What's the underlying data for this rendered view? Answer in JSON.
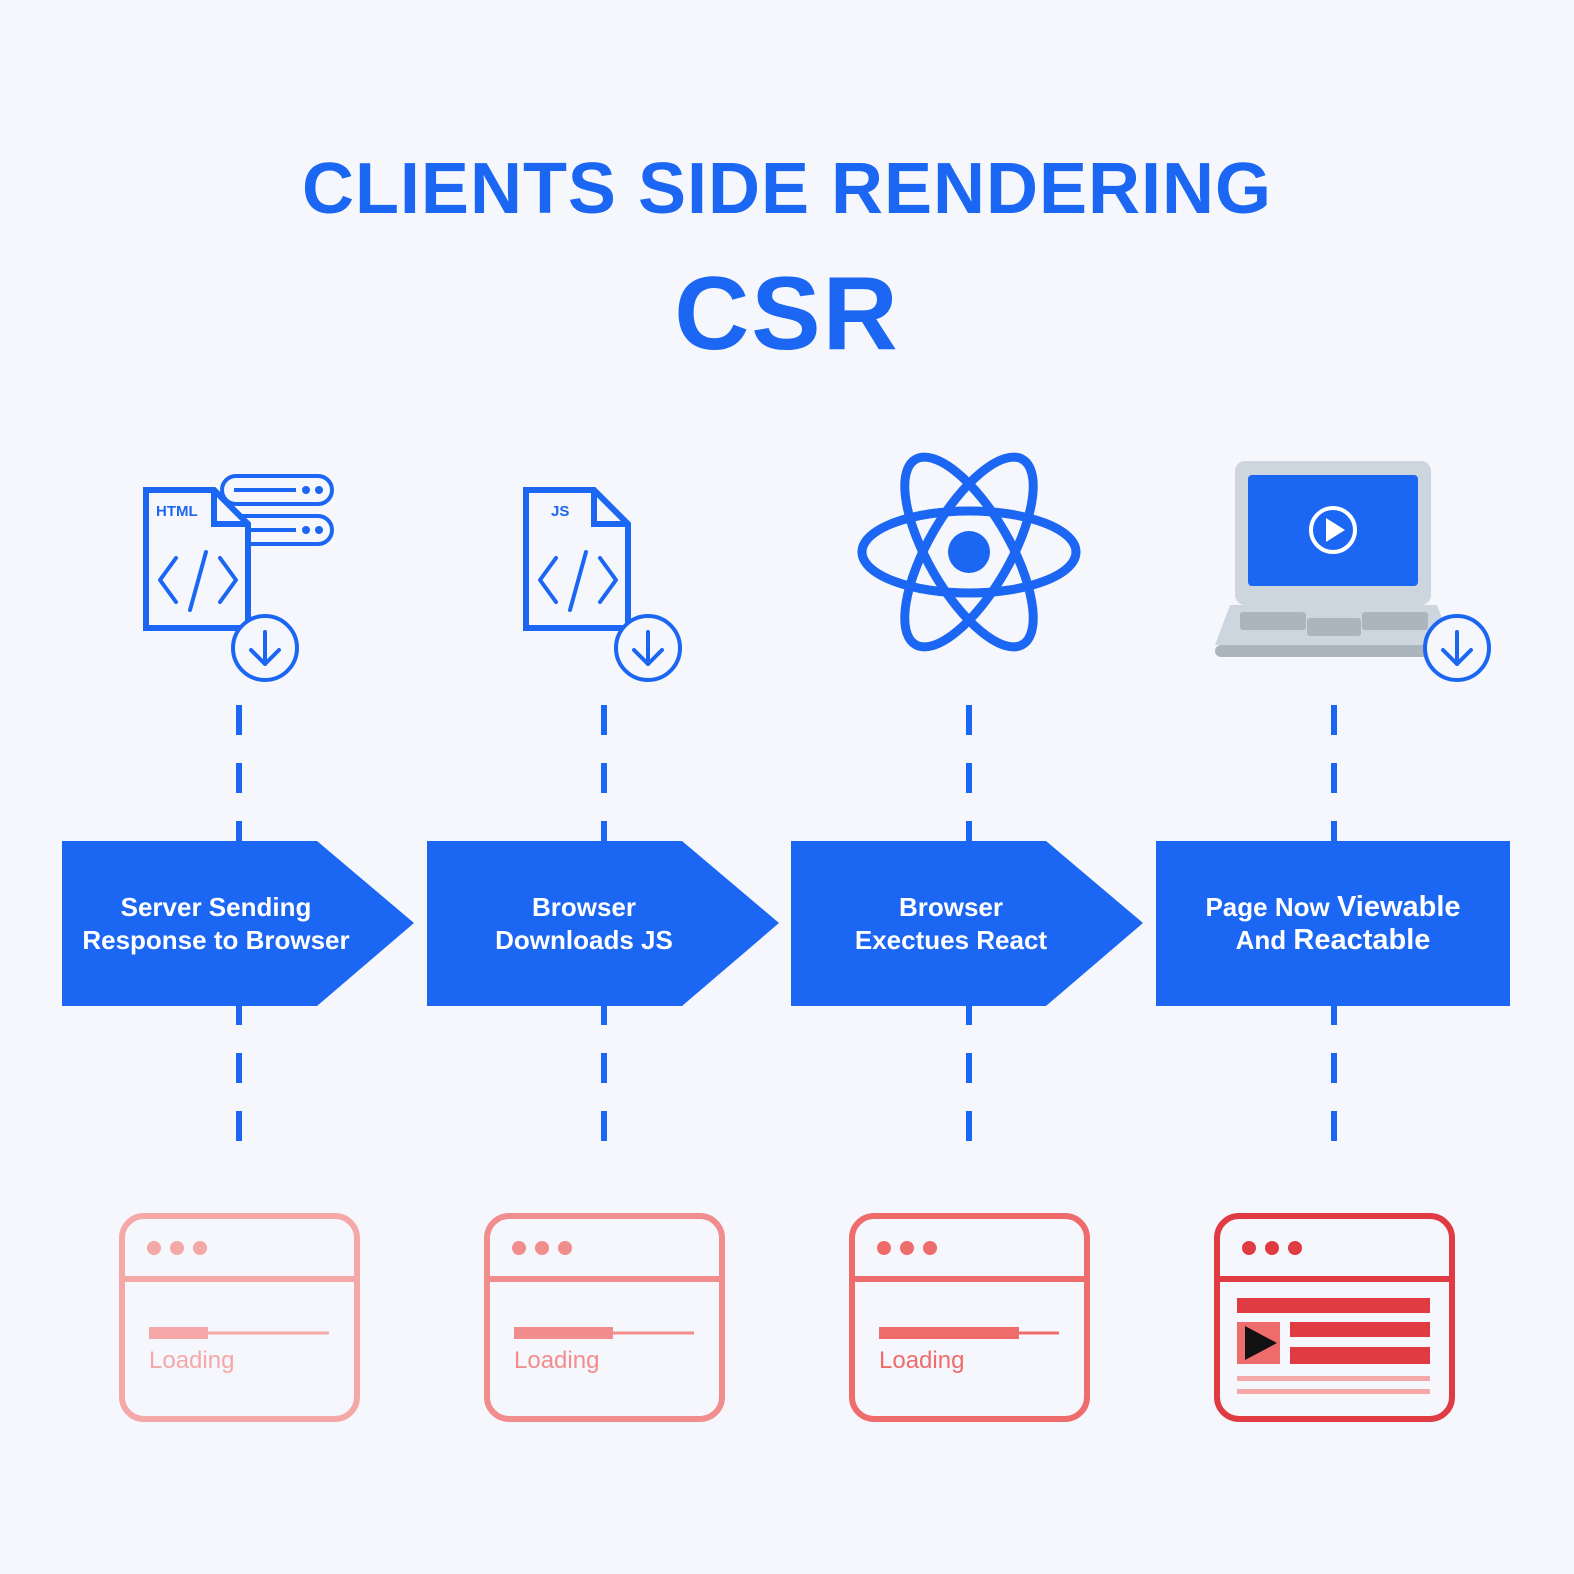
{
  "title": "CLIENTS SIDE RENDERING",
  "subtitle": "CSR",
  "colors": {
    "primary": "#1b66f2",
    "background": "#f5f7fd",
    "laptop_body": "#cdd6de",
    "laptop_base": "#aab5be",
    "stage1": "#f4a8a8",
    "stage2": "#f28d8d",
    "stage3": "#ef6c6c",
    "stage4": "#e03b42"
  },
  "steps": [
    {
      "icon": "html-file-server-icon",
      "file_label": "HTML",
      "label_line1": "Server Sending",
      "label_line2": "Response to Browser",
      "window_text": "Loading",
      "progress": 0.33
    },
    {
      "icon": "js-file-download-icon",
      "file_label": "JS",
      "label_line1": "Browser",
      "label_line2": "Downloads JS",
      "window_text": "Loading",
      "progress": 0.55
    },
    {
      "icon": "react-atom-icon",
      "label_line1": "Browser",
      "label_line2": "Exectues React",
      "window_text": "Loading",
      "progress": 0.78
    },
    {
      "icon": "laptop-play-icon",
      "label_line1_a": "Page Now",
      "label_line1_b": "Viewable",
      "label_line2_a": "And",
      "label_line2_b": "Reactable"
    }
  ]
}
